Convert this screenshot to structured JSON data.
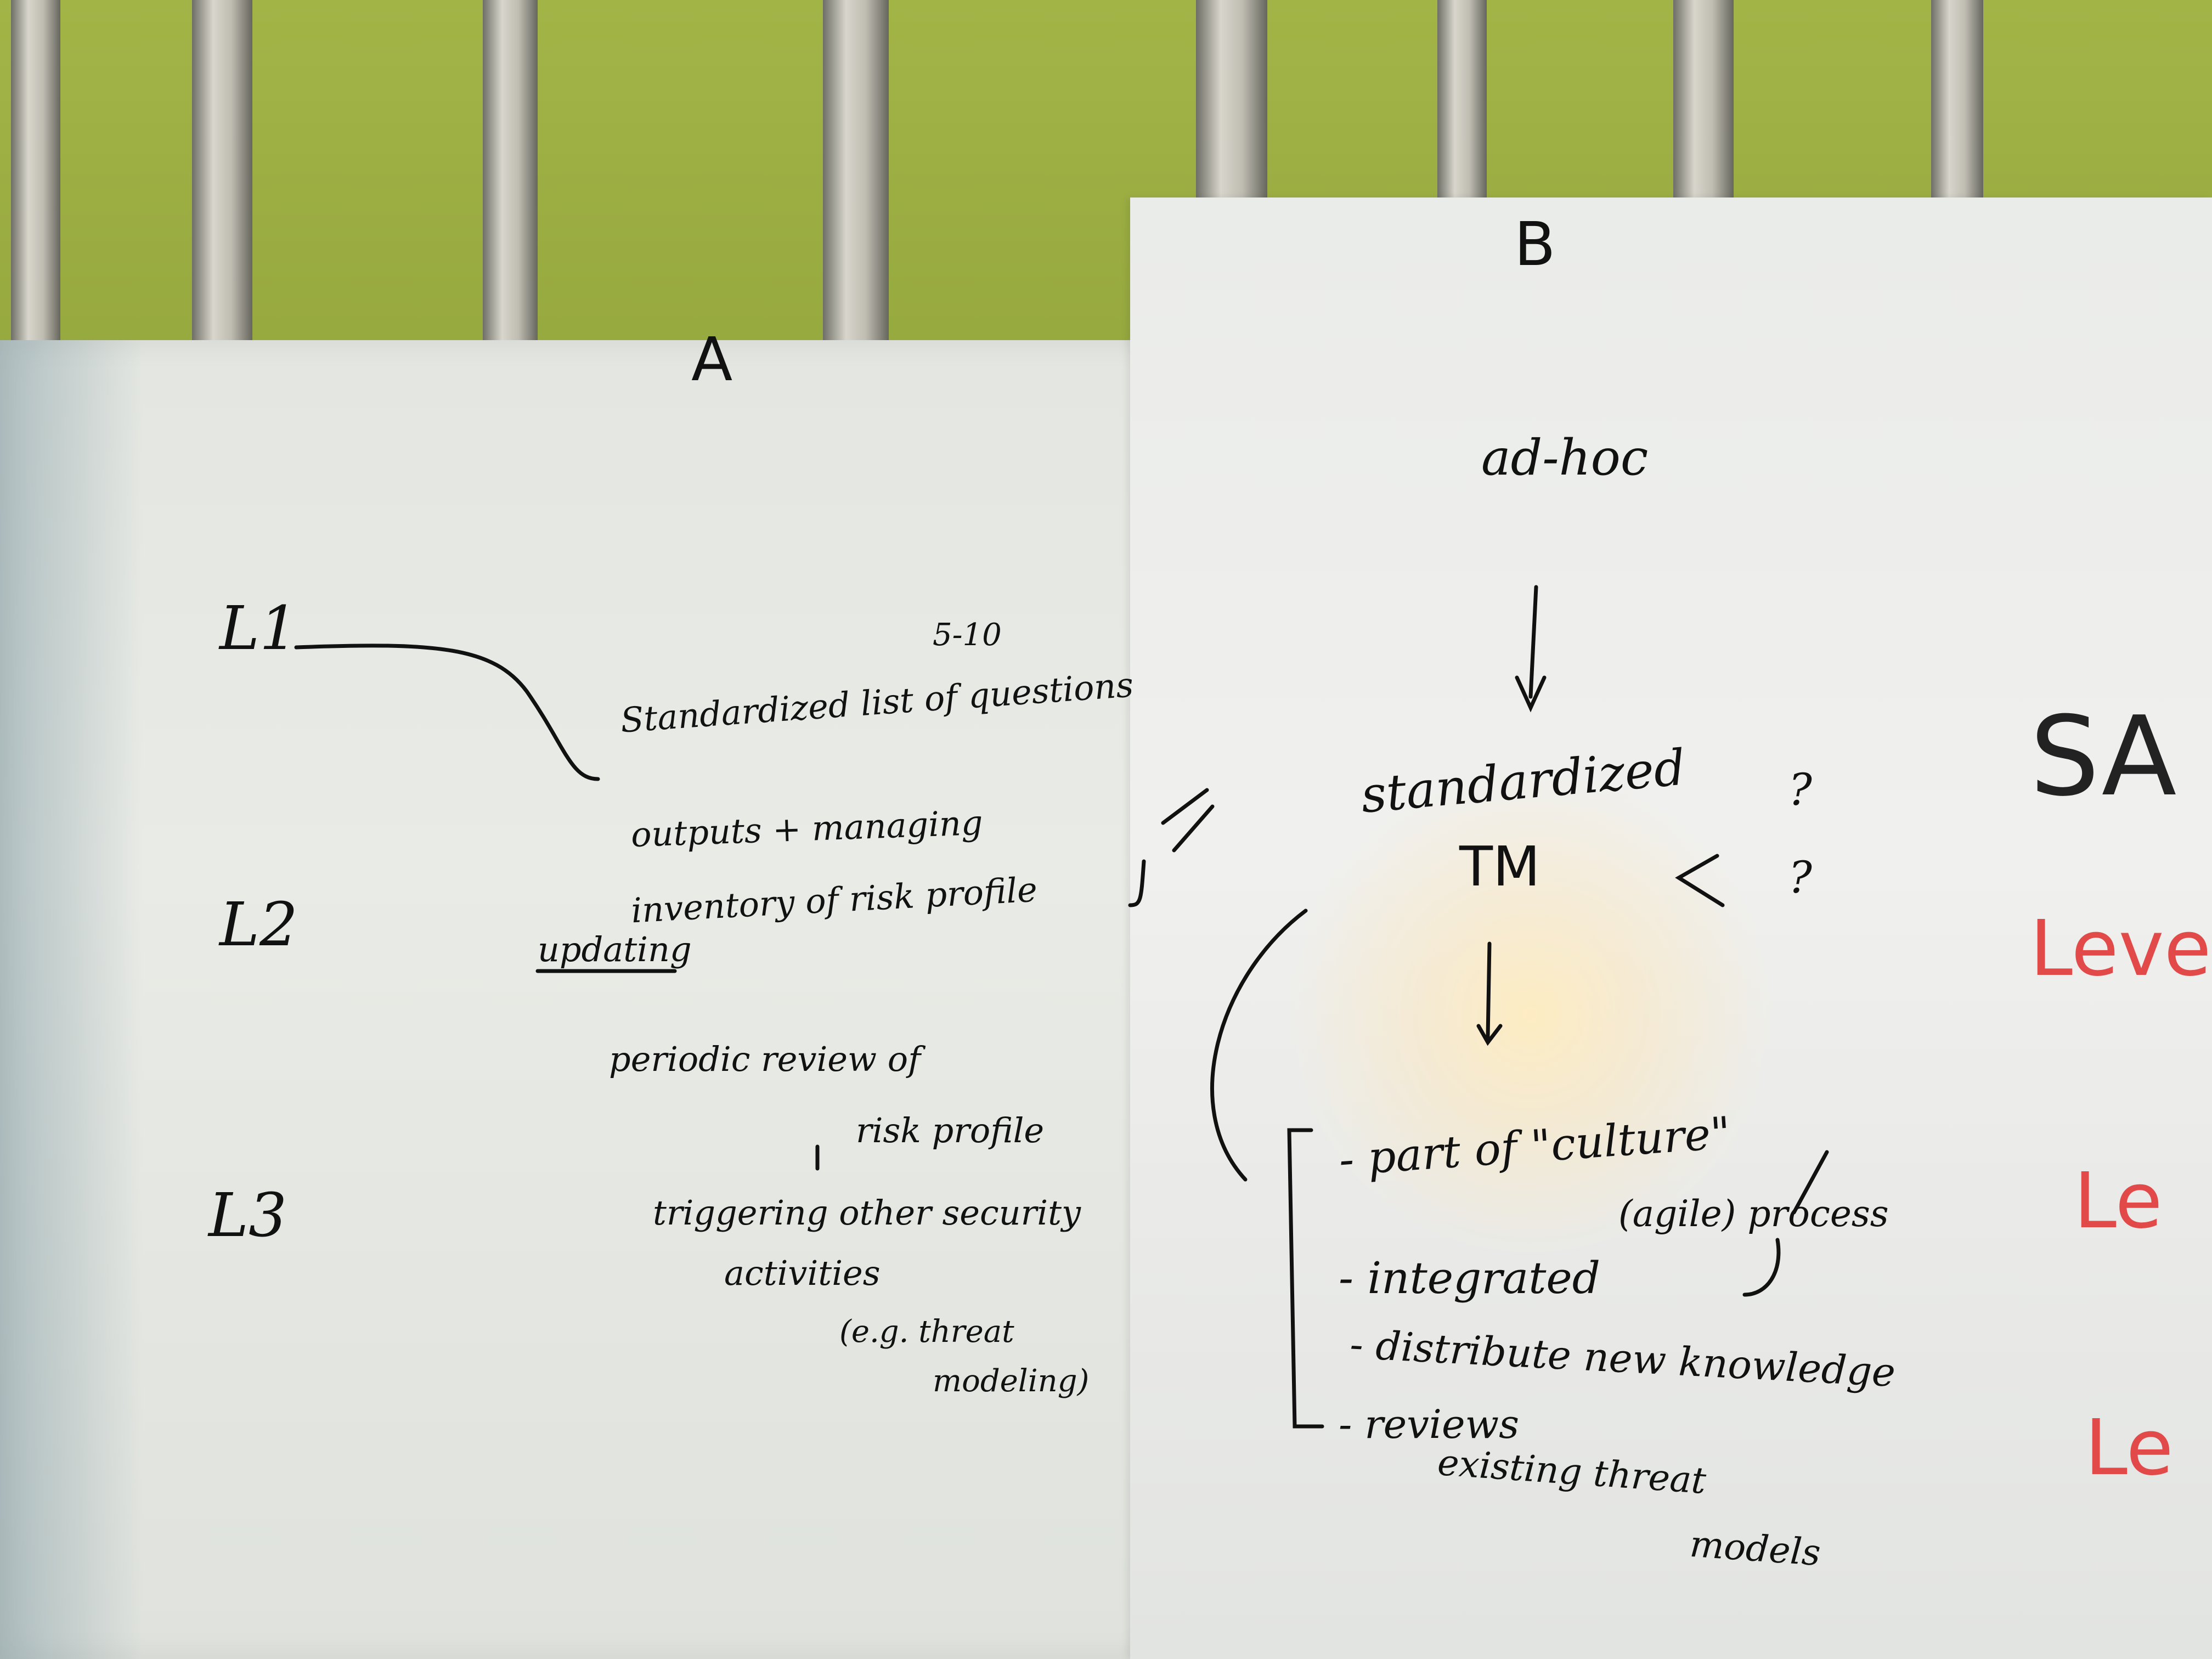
{
  "board": {
    "column_a": {
      "heading": "A",
      "levels": [
        "L1",
        "L2",
        "L3"
      ],
      "note_count": "5-10",
      "items": [
        "Standardized list of questions",
        "outputs + managing",
        "inventory of risk profile",
        "updating",
        "periodic review of",
        "risk profile",
        "triggering other security",
        "activities",
        "(e.g. threat",
        "modeling)"
      ]
    },
    "column_b": {
      "heading": "B",
      "start": "ad-hoc",
      "middle": [
        "standardized",
        "TM"
      ],
      "questions": [
        "?",
        "?"
      ],
      "items": [
        "- part of \"culture\"",
        "(agile) process",
        "- integrated",
        "- distribute new knowledge",
        "- reviews",
        "existing threat",
        "models"
      ]
    },
    "column_c": {
      "heading": "SA",
      "levels": [
        "Leve",
        "Le",
        "Le"
      ]
    }
  },
  "colors": {
    "ink": "#111111",
    "red_marker": "#e24a4a",
    "wallpaper": "#9aac40",
    "paper": "#e6e8e4"
  }
}
